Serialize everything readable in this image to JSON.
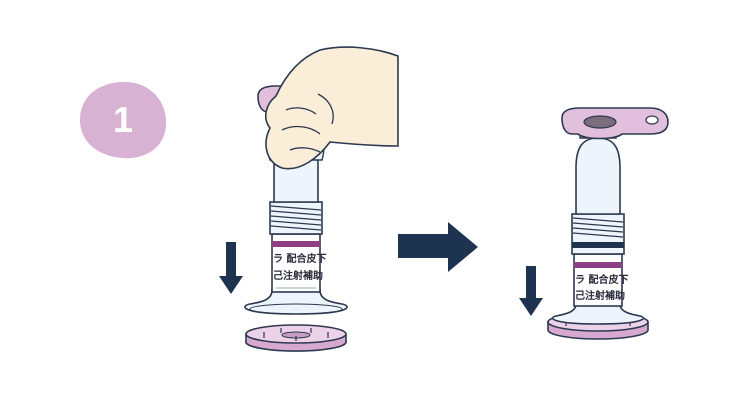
{
  "step": {
    "number": "1"
  },
  "device_before": {
    "label_line1": "ラ 配合皮下",
    "label_line2": "己注射補助"
  },
  "device_after": {
    "label_line1": "ラ 配合皮下",
    "label_line2": "己注射補助"
  },
  "colors": {
    "step_badge": "#d7b2d2",
    "arrow": "#1e3350",
    "lid": "#e2bfdc",
    "lid_dark": "#c79bc2",
    "band": "#8d3f86",
    "outline": "#2c3950",
    "glass": "#eef4fb",
    "skin": "#fbeed8"
  },
  "icons": [
    "down-arrow-icon",
    "right-arrow-icon"
  ]
}
